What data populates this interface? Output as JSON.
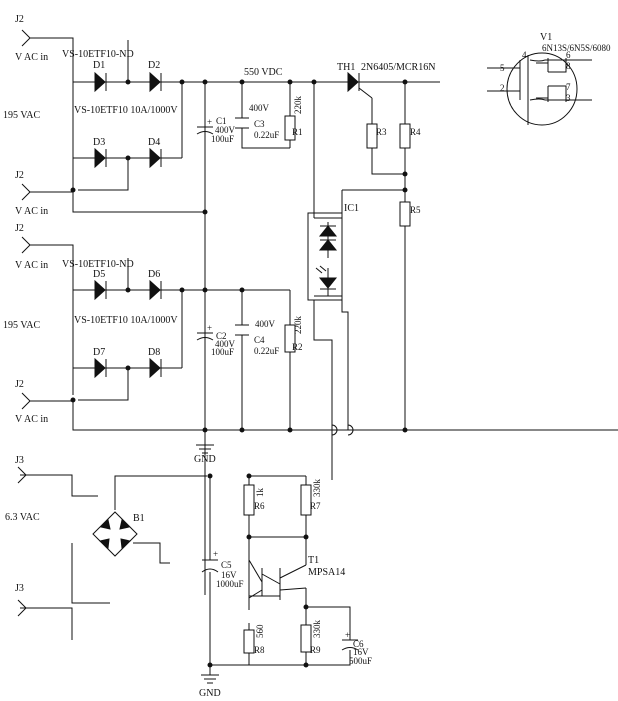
{
  "title": "",
  "net_labels": {
    "bus_voltage": "550 VDC",
    "gnd_upper": "GND",
    "gnd_lower": "GND"
  },
  "connectors": {
    "j2_a": "J2",
    "j2_a_sub": "V AC in",
    "j2_b": "J2",
    "j2_b_sub": "V AC in",
    "j2_c": "J2",
    "j2_c_sub": "V AC in",
    "j2_d": "J2",
    "j2_d_sub": "V AC in",
    "j3_a": "J3",
    "j3_b": "J3"
  },
  "supplies": {
    "upper_ac": "195 VAC",
    "lower_ac": "195 VAC",
    "heater_ac": "6.3 VAC"
  },
  "bridge_upper": {
    "part": "VS-10ETF10-ND",
    "rating": "VS-10ETF10 10A/1000V",
    "d1": "D1",
    "d2": "D2",
    "d3": "D3",
    "d4": "D4"
  },
  "bridge_lower": {
    "part": "VS-10ETF10-ND",
    "rating": "VS-10ETF10 10A/1000V",
    "d5": "D5",
    "d6": "D6",
    "d7": "D7",
    "d8": "D8"
  },
  "capacitors": {
    "c1": {
      "ref": "C1",
      "voltage": "400V",
      "value": "100uF"
    },
    "c3": {
      "ref": "C3",
      "voltage": "400V",
      "value": "0.22uF"
    },
    "c2": {
      "ref": "C2",
      "voltage": "400V",
      "value": "100uF"
    },
    "c4": {
      "ref": "C4",
      "voltage": "400V",
      "value": "0.22uF"
    },
    "c5": {
      "ref": "C5",
      "voltage": "16V",
      "value": "1000uF"
    },
    "c6": {
      "ref": "C6",
      "voltage": "16V",
      "value": "500uF"
    },
    "plus": "+"
  },
  "resistors": {
    "r1": {
      "ref": "R1",
      "value": "220k"
    },
    "r2": {
      "ref": "R2",
      "value": "220k"
    },
    "r3": {
      "ref": "R3",
      "value": ""
    },
    "r4": {
      "ref": "R4",
      "value": ""
    },
    "r5": {
      "ref": "R5",
      "value": ""
    },
    "r6": {
      "ref": "R6",
      "value": "1k"
    },
    "r7": {
      "ref": "R7",
      "value": "330k"
    },
    "r8": {
      "ref": "R8",
      "value": "560"
    },
    "r9": {
      "ref": "R9",
      "value": "330k"
    }
  },
  "semis": {
    "th1": "TH1",
    "th1_part": "2N6405/MCR16N",
    "ic1": "IC1",
    "b1": "B1",
    "t1": "T1",
    "t1_part": "MPSA14"
  },
  "tube": {
    "ref": "V1",
    "part": "6N13S/6N5S/6080",
    "pins": [
      "4",
      "5",
      "2",
      "6",
      "8",
      "7",
      "3"
    ]
  }
}
